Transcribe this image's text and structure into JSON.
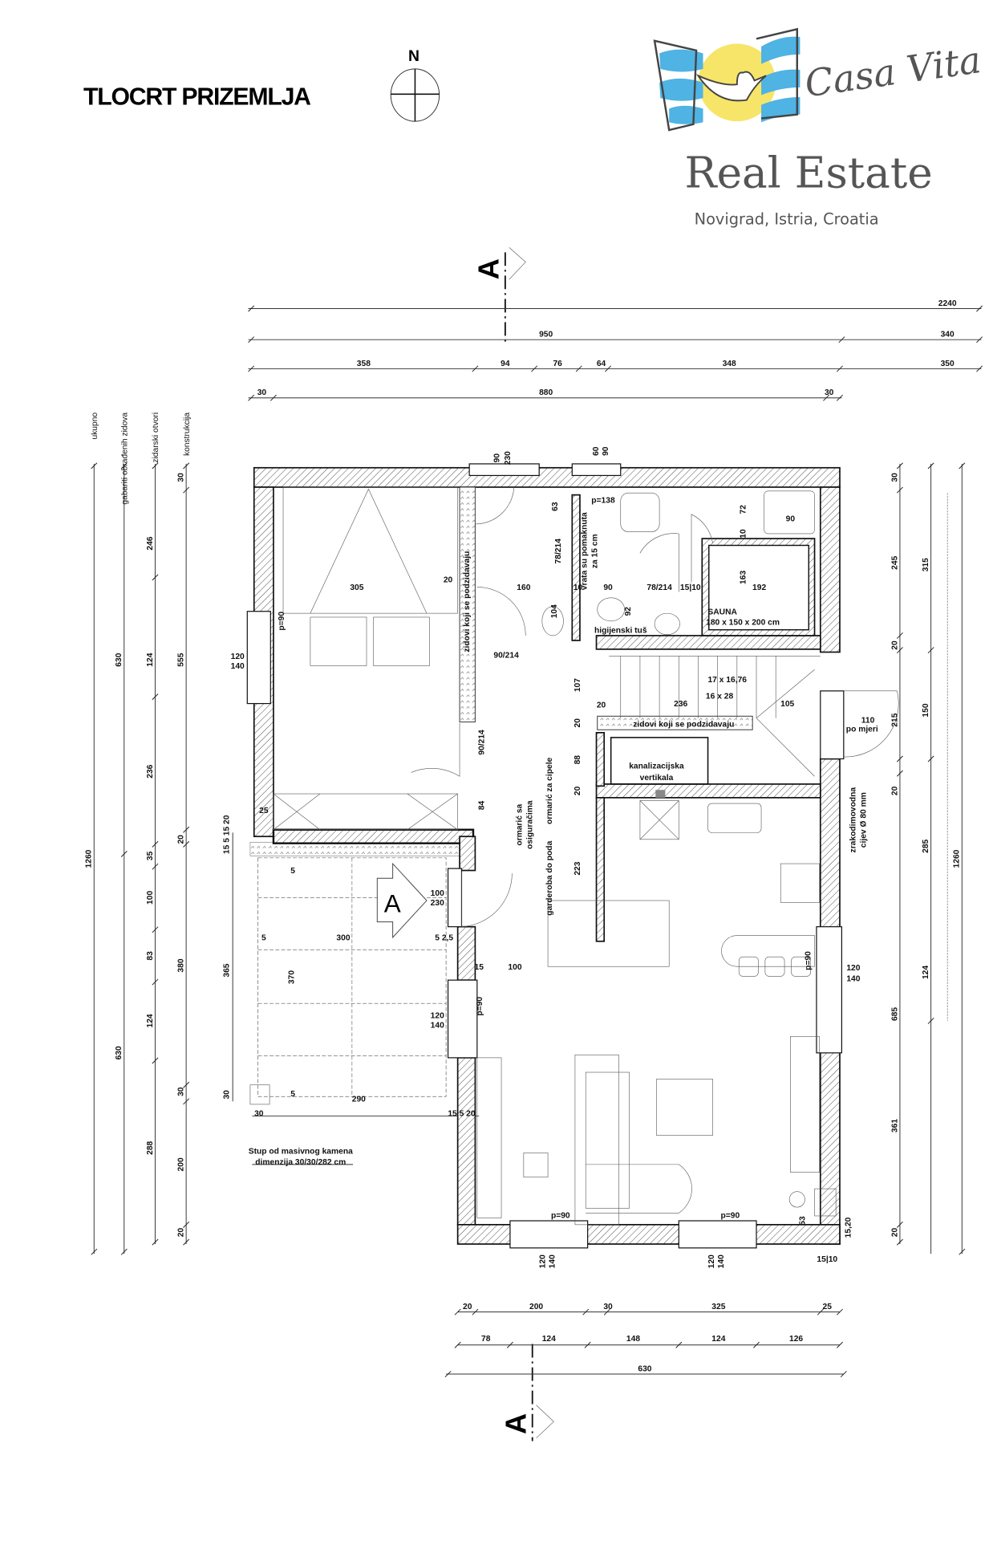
{
  "title": "TLOCRT PRIZEMLJA",
  "north": "N",
  "logo": {
    "brand": "Casa Vita",
    "tagline": "Real Estate",
    "location": "Novigrad, Istria, Croatia"
  },
  "section_marker": "A",
  "colors": {
    "logo_blue": "#4fb3e3",
    "logo_yellow": "#f7e56a",
    "logo_grey": "#555555"
  },
  "dims_top": [
    "2240",
    "950",
    "340",
    "358",
    "94",
    "76",
    "64",
    "348",
    "350",
    "30",
    "880",
    "30"
  ],
  "left_headers": [
    "ukupno",
    "gabariti obrađenih zidova",
    "zidarski otvori",
    "konstrukcija"
  ],
  "dims_left": [
    "1260",
    "630",
    "630",
    "246",
    "124",
    "236",
    "35",
    "100",
    "83",
    "124",
    "288",
    "30",
    "555",
    "20",
    "380",
    "30",
    "200",
    "20"
  ],
  "dims_right": [
    "30",
    "245",
    "20",
    "215",
    "20",
    "685",
    "361",
    "20",
    "315",
    "150",
    "285",
    "124",
    "1260"
  ],
  "dims_bottom": [
    "20",
    "200",
    "30",
    "325",
    "25",
    "78",
    "124",
    "148",
    "124",
    "126",
    "630"
  ],
  "plan_labels": [
    "90",
    "230",
    "60",
    "90",
    "p=138",
    "63",
    "78/214",
    "vrata su pomaknuta",
    "za 15 cm",
    "72",
    "90",
    "10",
    "20",
    "305",
    "zidovi koji se podzidavaju",
    "160",
    "10",
    "90",
    "78/214",
    "15|10",
    "163",
    "192",
    "104",
    "92",
    "SAUNA",
    "180 x 150 x 200 cm",
    "higijenski tuš",
    "p=90",
    "120",
    "140",
    "90/214",
    "107",
    "17 x 16,76",
    "16 x 28",
    "20",
    "236",
    "105",
    "110",
    "po mjeri",
    "20",
    "zidovi koji se podzidavaju",
    "90/214",
    "ormarić za cipele",
    "88",
    "kanalizacijska",
    "vertikala",
    "20",
    "84",
    "ormarić sa",
    "osiguračima",
    "zrakodimovodna",
    "cijev Ø 80 mm",
    "25",
    "15 5 15 20",
    "garderoba do poda",
    "223",
    "5",
    "100",
    "230",
    "5",
    "300",
    "5 2,5",
    "p=90",
    "15",
    "100",
    "120",
    "140",
    "370",
    "365",
    "p=90",
    "120",
    "140",
    "5",
    "290",
    "30",
    "30",
    "15 5 20",
    "Stup od masivnog kamena",
    "dimenzija 30/30/282 cm",
    "p=90",
    "p=90",
    "53",
    "15,20",
    "120",
    "140",
    "120",
    "140",
    "15|10"
  ]
}
